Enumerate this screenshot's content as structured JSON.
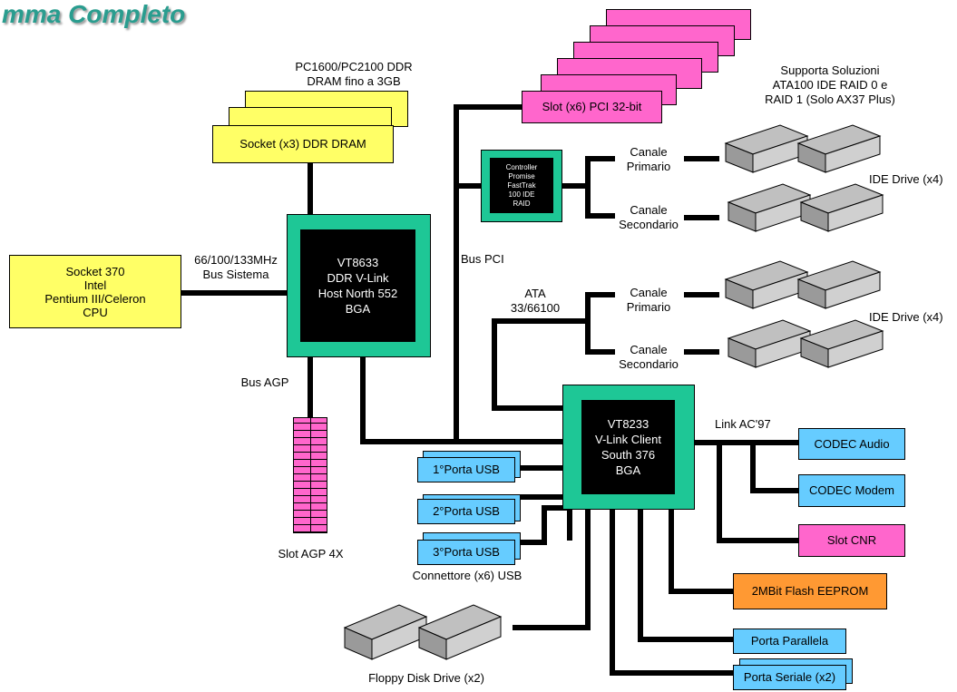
{
  "title": "mma Completo",
  "memory": {
    "label": "PC1600/PC2100 DDR\nDRAM fino a 3GB",
    "socket": "Socket (x3) DDR DRAM"
  },
  "cpu": {
    "socket": "Socket 370\nIntel\nPentium III/Celeron\nCPU",
    "bus": "66/100/133MHz\nBus Sistema"
  },
  "north": {
    "label": "VT8633\nDDR V-Link\nHost North 552\nBGA"
  },
  "agp": {
    "bus": "Bus AGP",
    "slot": "Slot AGP 4X"
  },
  "pci": {
    "slots": "Slot (x6) PCI 32-bit",
    "bus": "Bus PCI"
  },
  "raid": {
    "support": "Supporta Soluzioni\nATA100 IDE RAID 0 e\nRAID 1 (Solo AX37 Plus)",
    "controller": "Controller\nPromise\nFastTrak\n100 IDE\nRAID",
    "primary": "Canale\nPrimario",
    "secondary": "Canale\nSecondario",
    "drives": "IDE Drive (x4)"
  },
  "ata": {
    "label": "ATA\n33/66100",
    "primary": "Canale\nPrimario",
    "secondary": "Canale\nSecondario",
    "drives": "IDE Drive (x4)"
  },
  "south": {
    "label": "VT8233\nV-Link Client\nSouth 376\nBGA"
  },
  "usb": {
    "ports": [
      "1°Porta USB",
      "2°Porta USB",
      "3°Porta USB"
    ],
    "connector": "Connettore (x6) USB"
  },
  "floppy": "Floppy Disk Drive (x2)",
  "ac97": "Link AC'97",
  "peripherals": {
    "codec_audio": "CODEC Audio",
    "codec_modem": "CODEC Modem",
    "cnr": "Slot CNR",
    "flash": "2MBit Flash EEPROM",
    "parallel": "Porta Parallela",
    "serial": "Porta Seriale (x2)"
  },
  "colors": {
    "chip": "#1ec796",
    "memory": "#ffff66",
    "pci": "#ff66cc",
    "usb": "#66ccff",
    "flash": "#ff9933",
    "title": "#2a9d8f",
    "drive": "#c0c0c0"
  }
}
